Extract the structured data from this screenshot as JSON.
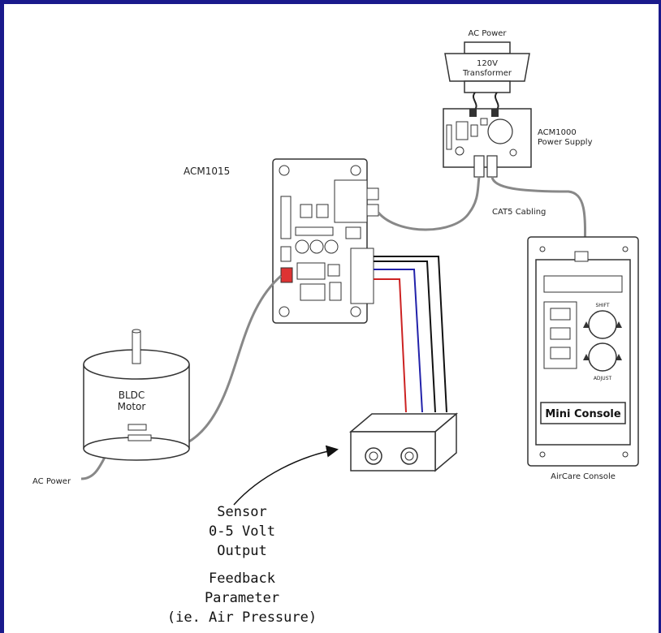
{
  "labels": {
    "ac_power_top": "AC Power",
    "transformer_line1": "120V",
    "transformer_line2": "Transformer",
    "power_supply_line1": "ACM1000",
    "power_supply_line2": "Power Supply",
    "controller": "ACM1015",
    "cabling": "CAT5 Cabling",
    "motor_line1": "BLDC",
    "motor_line2": "Motor",
    "ac_power_left": "AC Power",
    "console_name": "AirCare Console",
    "console_badge": "Mini Console",
    "knob_top": "SHIFT",
    "knob_bottom": "ADJUST",
    "sensor_line1": "Sensor",
    "sensor_line2": "0-5 Volt",
    "sensor_line3": "Output",
    "feedback_line1": "Feedback",
    "feedback_line2": "Parameter",
    "feedback_line3": "(ie. Air Pressure)"
  },
  "colors": {
    "border": "#1a1a8c",
    "wire_red": "#cc2222",
    "wire_blue": "#2222aa",
    "wire_black": "#111111",
    "cable": "#888888",
    "connector_red": "#dd3333"
  }
}
